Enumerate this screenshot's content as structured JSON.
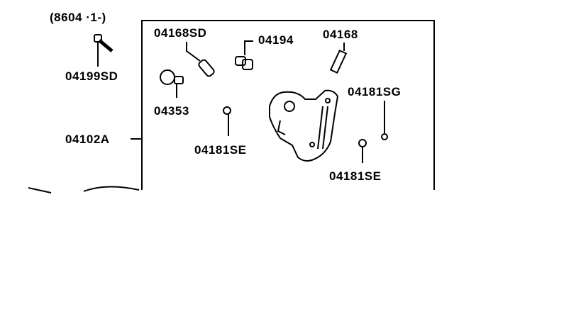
{
  "diagram": {
    "header_code": "(8604 ·1-)",
    "parts": {
      "bolt": "04199SD",
      "assembly": "04102A",
      "pin_sd": "04168SD",
      "plug": "04194",
      "pin": "04168",
      "switch": "04353",
      "cap_sg": "04181SG",
      "cap_se_left": "04181SE",
      "cap_se_right": "04181SE"
    }
  }
}
